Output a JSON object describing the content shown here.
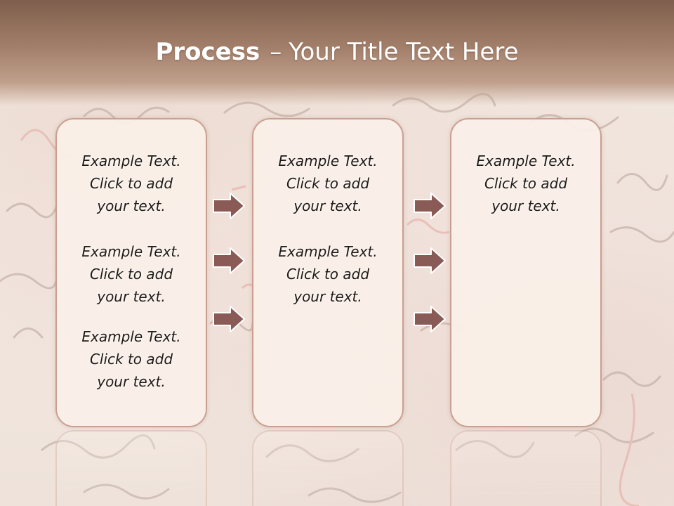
{
  "title": {
    "bold": "Process",
    "separator": "–",
    "rest": "Your Title Text Here"
  },
  "columns": [
    {
      "items": [
        {
          "line1": "Example Text.",
          "line2": "Click  to add",
          "line3": "your text."
        },
        {
          "line1": "Example Text.",
          "line2": "Click  to add",
          "line3": "your text."
        },
        {
          "line1": "Example Text.",
          "line2": "Click  to add",
          "line3": "your text."
        }
      ]
    },
    {
      "items": [
        {
          "line1": "Example Text.",
          "line2": "Click  to add",
          "line3": "your text."
        },
        {
          "line1": "Example Text.",
          "line2": "Click  to add",
          "line3": "your text."
        }
      ]
    },
    {
      "items": [
        {
          "line1": "Example Text.",
          "line2": "Click  to add",
          "line3": "your text."
        }
      ]
    }
  ],
  "colors": {
    "arrow_fill": "#8a5a57",
    "arrow_stroke": "#ffffff",
    "card_border": "#c9a090",
    "header": "#a27f6a"
  },
  "icons": {
    "arrow": "right-arrow-icon"
  }
}
